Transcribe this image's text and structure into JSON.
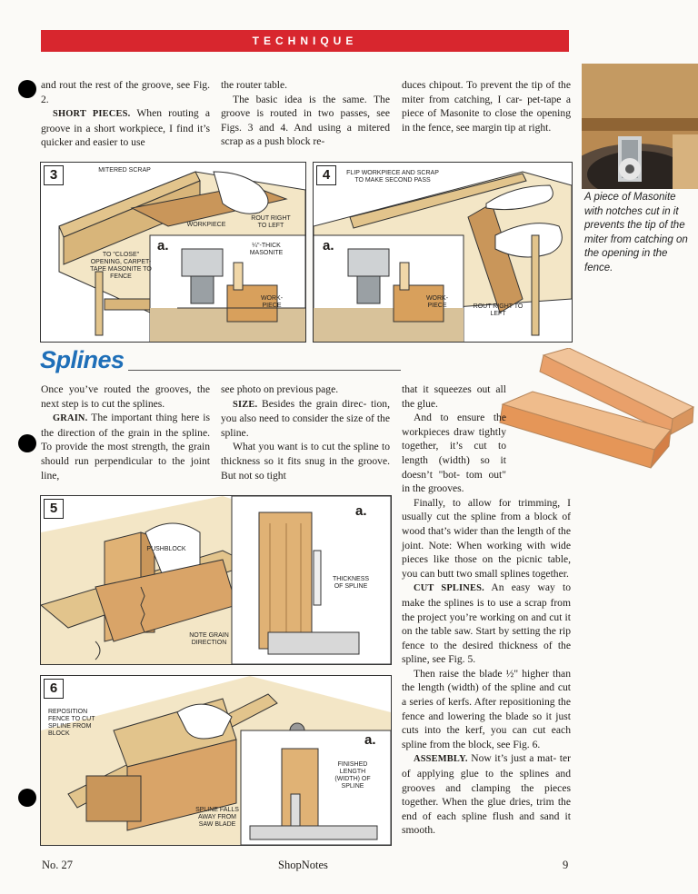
{
  "header": {
    "section": "TECHNIQUE"
  },
  "col1_top": [
    "and rout the rest of the groove, see Fig. 2."
  ],
  "col1_short": {
    "lead": "SHORT PIECES.",
    "text": " When routing a groove in a short workpiece, I find it’s quicker and easier to use"
  },
  "col2_top": {
    "p1": "the router table.",
    "p2": "The basic idea is the same. The groove is routed in two passes, see Figs. 3 and 4. And using a mitered scrap as a push block re-"
  },
  "col3_top": "duces chipout. To prevent the tip of the miter from catching, I car- pet-tape a piece of Masonite to close the opening in the fence, see margin tip at right.",
  "margin_caption": "A piece of Masonite with notches cut in it prevents the tip of the miter from catching on the opening in the fence.",
  "fig3": {
    "num": "3",
    "labels": {
      "mitered": "MITERED SCRAP",
      "workpiece": "WORKPIECE",
      "rout": "ROUT RIGHT TO LEFT",
      "close": "TO \"CLOSE\" OPENING, CARPET-TAPE MASONITE TO FENCE",
      "masonite": "¼\"-THICK MASONITE",
      "work": "WORK- PIECE",
      "a": "a."
    }
  },
  "fig4": {
    "num": "4",
    "labels": {
      "flip": "FLIP WORKPIECE AND SCRAP TO MAKE SECOND PASS",
      "work": "WORK- PIECE",
      "rout": "ROUT RIGHT TO LEFT",
      "a": "a."
    }
  },
  "section_title": "Splines",
  "col1_mid": {
    "p1": "Once you’ve routed the grooves, the next step is to cut the splines.",
    "lead": "GRAIN.",
    "p2": " The important thing here is the direction of the grain in the spline. To provide the most strength, the grain should run perpendicular to the joint line,"
  },
  "col2_mid": {
    "p1": "see photo on previous page.",
    "lead": "SIZE.",
    "p2": " Besides the grain direc- tion, you also need to consider the size of the spline.",
    "p3": "What you want is to cut the spline to thickness so it fits snug in the groove. But not so tight"
  },
  "col3_mid": {
    "p1": "that it squeezes out all the glue.",
    "p2": "And to ensure the workpieces draw tightly together, it’s cut to length (width) so it doesn’t \"bot- tom out\" in the grooves.",
    "p3": "Finally, to allow for trimming, I usually cut the spline from a block of wood that’s wider than the length of the joint. Note: When working with wide pieces like those on the picnic table, you can butt two small splines together.",
    "lead1": "CUT SPLINES.",
    "p4": " An easy way to make the splines is to use a scrap from the project you’re working on and cut it on the table saw. Start by setting the rip fence to the desired thickness of the spline, see Fig. 5.",
    "p5": "Then raise the blade ½\" higher than the length (width) of the spline and cut a series of kerfs. After repositioning the fence and lowering the blade so it just cuts into the kerf, you can cut each spline from the block, see Fig. 6.",
    "lead2": "ASSEMBLY.",
    "p6": " Now it’s just a mat- ter of applying glue to the splines and grooves and clamping the pieces together. When the glue dries, trim the end of each spline flush and sand it smooth."
  },
  "fig5": {
    "num": "5",
    "labels": {
      "push": "PUSHBLOCK",
      "thick": "THICKNESS OF SPLINE",
      "note": "NOTE GRAIN DIRECTION",
      "a": "a."
    }
  },
  "fig6": {
    "num": "6",
    "labels": {
      "repos": "REPOSITION FENCE TO CUT SPLINE FROM BLOCK",
      "finished": "FINISHED LENGTH (WIDTH) OF SPLINE",
      "falls": "SPLINE FALLS AWAY FROM SAW BLADE",
      "a": "a."
    }
  },
  "footer": {
    "issue": "No. 27",
    "mag": "ShopNotes",
    "page": "9"
  }
}
